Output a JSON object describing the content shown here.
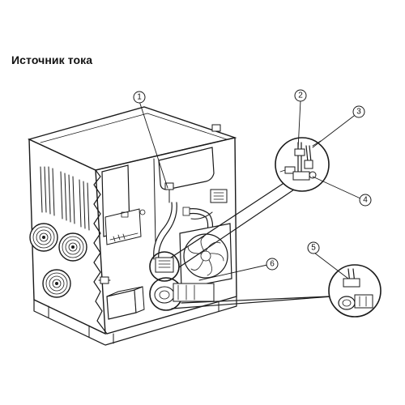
{
  "title": "Источник тока",
  "callouts": [
    {
      "id": "1",
      "label": "1"
    },
    {
      "id": "2",
      "label": "2"
    },
    {
      "id": "3",
      "label": "3"
    },
    {
      "id": "4",
      "label": "4"
    },
    {
      "id": "5",
      "label": "5"
    },
    {
      "id": "6",
      "label": "6"
    }
  ],
  "colors": {
    "line": "#1a1a1a",
    "background": "#ffffff"
  }
}
